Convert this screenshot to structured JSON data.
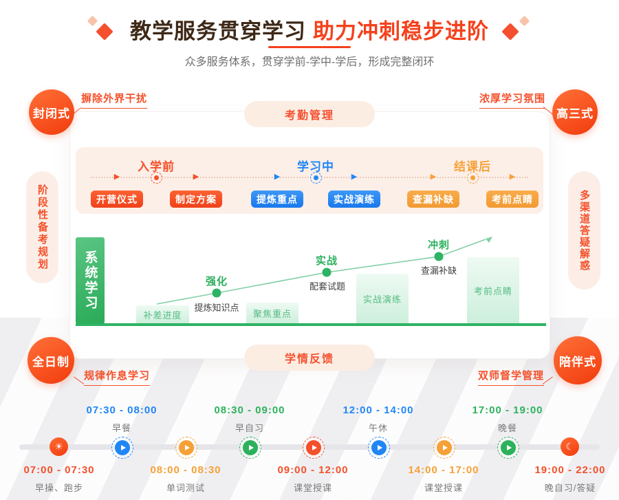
{
  "header": {
    "title_main": "教学服务贯穿学习",
    "title_accent": "助力冲刺稳步进阶",
    "subtitle": "众多服务体系，贯穿学前-学中-学后，形成完整闭环"
  },
  "colors": {
    "accent_red": "#F4502A",
    "accent_orange": "#F6A139",
    "accent_blue": "#1F86F5",
    "accent_green": "#2BB25A",
    "pill_bg": "#FCEDE3",
    "panel_bg": "#FCEFE8"
  },
  "corner_badges": {
    "top_left": {
      "label": "封闭式",
      "note": "摒除外界干扰"
    },
    "top_right": {
      "label": "高三式",
      "note": "浓厚学习氛围"
    },
    "bottom_left": {
      "label": "全日制",
      "note": "规律作息学习"
    },
    "bottom_right": {
      "label": "陪伴式",
      "note": "双师督学管理"
    }
  },
  "side_pills": {
    "left": "阶段性备考规划",
    "right": "多渠道答疑解惑"
  },
  "center_pills": {
    "top": "考勤管理",
    "bottom": "学情反馈"
  },
  "phase_timeline": {
    "phases": [
      {
        "label": "入学前",
        "color": "#F4502A",
        "buttons": [
          "开营仪式",
          "制定方案"
        ]
      },
      {
        "label": "学习中",
        "color": "#1F86F5",
        "buttons": [
          "提炼重点",
          "实战演练"
        ]
      },
      {
        "label": "结课后",
        "color": "#F6A139",
        "buttons": [
          "查漏补缺",
          "考前点睛"
        ]
      }
    ]
  },
  "chart_data": {
    "type": "bar",
    "side_label": "系统学习",
    "categories": [
      "补差进度",
      "聚焦重点",
      "实战演练",
      "考前点睛"
    ],
    "values": [
      26,
      30,
      72,
      96
    ],
    "line_overlay": {
      "shape": "rising-arrow",
      "milestones": [
        {
          "title": "强化",
          "subtitle": "提炼知识点"
        },
        {
          "title": "实战",
          "subtitle": "配套试题"
        },
        {
          "title": "冲刺",
          "subtitle": "查漏补缺"
        }
      ]
    }
  },
  "schedule": {
    "above": [
      {
        "time": "07:30 - 08:00",
        "label": "早餐",
        "color": "#1F86F5"
      },
      {
        "time": "08:30 - 09:00",
        "label": "早自习",
        "color": "#2BB25A"
      },
      {
        "time": "12:00 - 14:00",
        "label": "午休",
        "color": "#1F86F5"
      },
      {
        "time": "17:00 - 19:00",
        "label": "晚餐",
        "color": "#2BB25A"
      }
    ],
    "below": [
      {
        "time": "07:00 - 07:30",
        "label": "早操、跑步",
        "color": "#F4502A"
      },
      {
        "time": "08:00 - 08:30",
        "label": "单词测试",
        "color": "#F6A035"
      },
      {
        "time": "09:00 - 12:00",
        "label": "课堂授课",
        "color": "#F4502A"
      },
      {
        "time": "14:00 - 17:00",
        "label": "课堂授课",
        "color": "#F6A035"
      },
      {
        "time": "19:00 - 22:00",
        "label": "晚自习/答疑",
        "color": "#F4502A"
      }
    ],
    "icons": [
      "sun",
      "play",
      "play",
      "play",
      "play",
      "play",
      "play",
      "play",
      "moon"
    ]
  }
}
